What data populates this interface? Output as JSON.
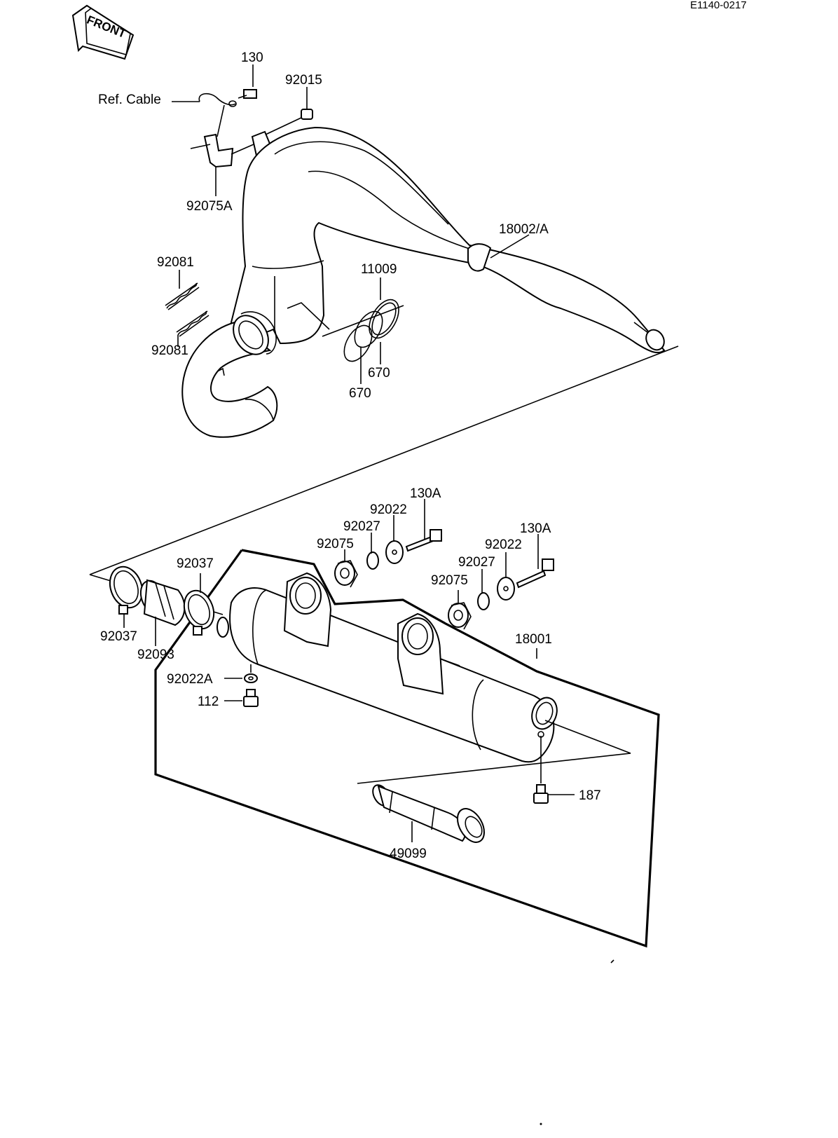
{
  "diagram_code": "E1140-0217",
  "front_label": "FRONT",
  "ref_cable": "Ref. Cable",
  "labels": {
    "p130": "130",
    "p92015": "92015",
    "p92075A": "92075A",
    "p18002A": "18002/A",
    "p92081a": "92081",
    "p92081b": "92081",
    "p11009": "11009",
    "p670a": "670",
    "p670b": "670",
    "p130A_1": "130A",
    "p92022_1": "92022",
    "p92027_1": "92027",
    "p92075_1": "92075",
    "p130A_2": "130A",
    "p92022_2": "92022",
    "p92027_2": "92027",
    "p92075_2": "92075",
    "p92037a": "92037",
    "p92037b": "92037",
    "p92093": "92093",
    "p18001": "18001",
    "p92022A": "92022A",
    "p112": "112",
    "p187": "187",
    "p49099": "49099"
  }
}
